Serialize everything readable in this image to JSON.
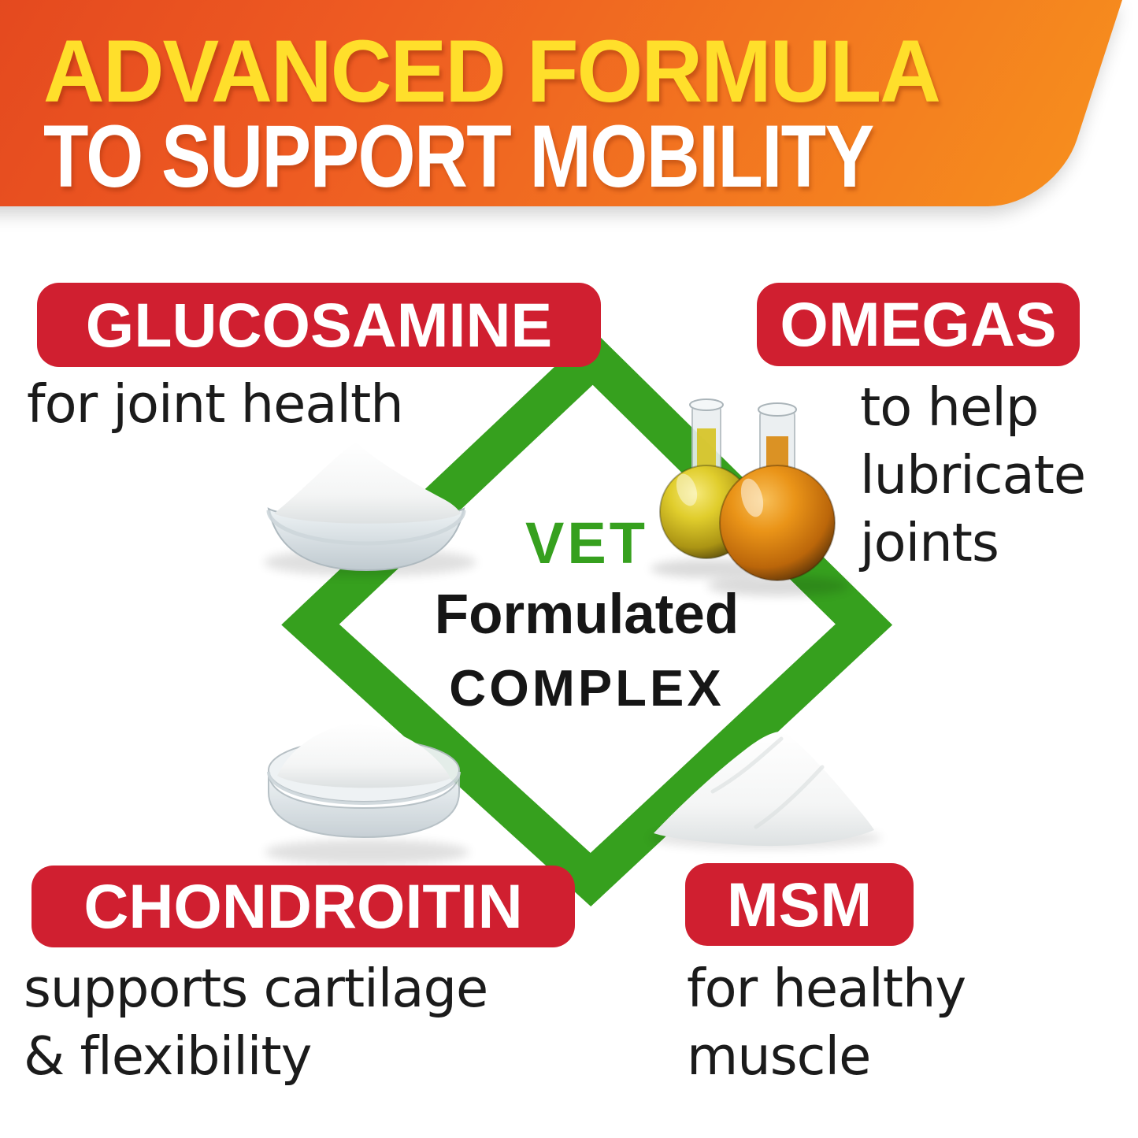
{
  "banner": {
    "line1": "ADVANCED FORMULA",
    "line2": "TO SUPPORT MOBILITY"
  },
  "center": {
    "line1": "VET",
    "line2": "Formulated",
    "line3": "COMPLEX"
  },
  "ingredients": [
    {
      "label": "GLUCOSAMINE",
      "lines": [
        "for joint health"
      ],
      "image": "powder-bowl"
    },
    {
      "label": "OMEGAS",
      "lines": [
        "to help",
        "lubricate",
        "joints"
      ],
      "image": "oil-flasks"
    },
    {
      "label": "CHONDROITIN",
      "lines": [
        "supports cartilage",
        "& flexibility"
      ],
      "image": "powder-dish"
    },
    {
      "label": "MSM",
      "lines": [
        "for healthy",
        "muscle"
      ],
      "image": "powder-pile"
    }
  ],
  "colors": {
    "badge_red": "#d01f30",
    "diamond_green": "#36a01e",
    "banner_orange_from": "#e2451e",
    "banner_orange_mid": "#ee5b22",
    "banner_orange_to": "#f68d1e",
    "banner_yellow": "#ffdf2b",
    "text_dark": "#1b1b1b"
  }
}
